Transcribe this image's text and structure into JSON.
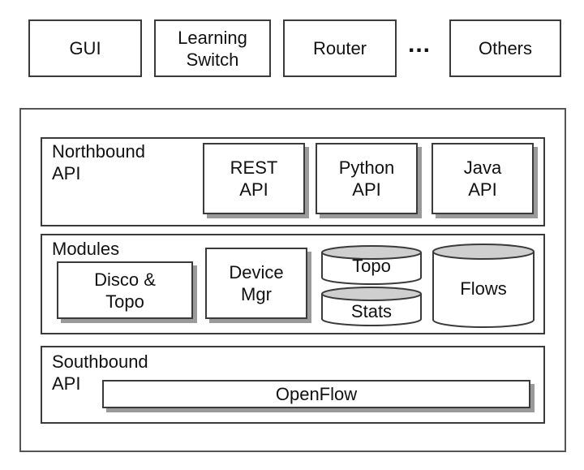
{
  "apps": {
    "gui": "GUI",
    "learning_switch": [
      "Learning",
      "Switch"
    ],
    "router": "Router",
    "ellipsis": "...",
    "others": "Others"
  },
  "northbound": {
    "label": [
      "Northbound",
      "API"
    ],
    "rest_api": [
      "REST",
      "API"
    ],
    "python_api": [
      "Python",
      "API"
    ],
    "java_api": [
      "Java",
      "API"
    ]
  },
  "modules": {
    "label": "Modules",
    "disco_topo": [
      "Disco &",
      "Topo"
    ],
    "device_mgr": [
      "Device",
      "Mgr"
    ],
    "topo": "Topo",
    "stats": "Stats",
    "flows": "Flows"
  },
  "southbound": {
    "label": [
      "Southbound",
      "API"
    ],
    "openflow": "OpenFlow"
  }
}
